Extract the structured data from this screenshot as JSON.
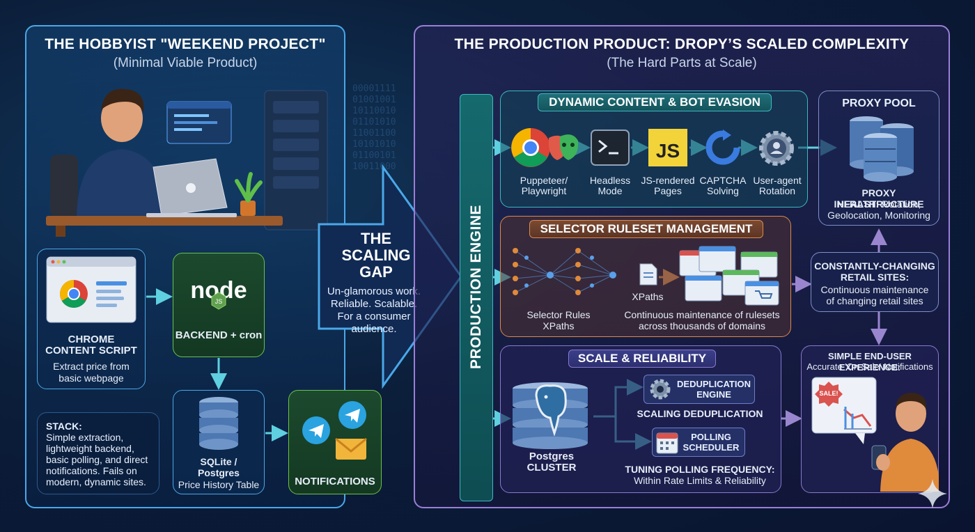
{
  "left": {
    "title": "THE HOBBYIST \"WEEKEND PROJECT\"",
    "subtitle": "(Minimal Viable Product)",
    "chrome_title": "CHROME",
    "chrome_title2": "CONTENT SCRIPT",
    "chrome_desc1": "Extract price from",
    "chrome_desc2": "basic webpage",
    "backend_label": "BACKEND + cron",
    "db_title1": "SQLite /",
    "db_title2": "Postgres",
    "db_desc": "Price History Table",
    "notif_label": "NOTIFICATIONS",
    "stack_title": "STACK:",
    "stack_lines": [
      "Simple extraction,",
      "lightweight backend,",
      "basic polling, and direct",
      "notifications. Fails on",
      "modern, dynamic sites."
    ]
  },
  "gap": {
    "title1": "THE",
    "title2": "SCALING",
    "title3": "GAP",
    "lines": [
      "Un-glamorous work.",
      "Reliable. Scalable.",
      "For a consumer",
      "audience."
    ]
  },
  "right": {
    "title": "THE PRODUCTION PRODUCT: DROPY’S SCALED COMPLEXITY",
    "subtitle": "(The Hard Parts at Scale)",
    "engine_label": "PRODUCTION ENGINE",
    "dynamic": {
      "title": "DYNAMIC CONTENT & BOT EVASION",
      "items": [
        {
          "l1": "Puppeteer/",
          "l2": "Playwright"
        },
        {
          "l1": "Headless",
          "l2": "Mode"
        },
        {
          "l1": "JS-rendered",
          "l2": "Pages"
        },
        {
          "l1": "CAPTCHA",
          "l2": "Solving"
        },
        {
          "l1": "User-agent",
          "l2": "Rotation"
        }
      ]
    },
    "proxy": {
      "title": "PROXY POOL",
      "h1": "PROXY INFRASTRUCTURE",
      "h2a": "HEALTH:",
      "h2b": " Rotation,",
      "h3": "Geolocation, Monitoring"
    },
    "selector": {
      "title": "SELECTOR RULESET MANAGEMENT",
      "xpaths": "XPaths",
      "rules1": "Selector Rules",
      "rules2": "XPaths",
      "maint1": "Continuous maintenance of rulesets",
      "maint2": "across thousands of domains"
    },
    "retail": {
      "t1": "CONSTANTLY-CHANGING",
      "t2": "RETAIL SITES:",
      "d1": "Continuous maintenance",
      "d2": "of changing retail sites"
    },
    "scale": {
      "title": "SCALE & RELIABILITY",
      "pg1": "Postgres",
      "pg2": "CLUSTER",
      "dedup1": "DEDUPLICATION",
      "dedup2": "ENGINE",
      "dedup_caption": "SCALING DEDUPLICATION",
      "poll1": "POLLING",
      "poll2": "SCHEDULER",
      "tune1": "TUNING POLLING FREQUENCY:",
      "tune2": "Within Rate Limits & Reliability"
    },
    "enduser": {
      "t1": "SIMPLE END-USER EXPERIENCE:",
      "t2": "Accurate 'On Sale' Notifications",
      "sale": "SALE!"
    }
  },
  "code_snippets": [
    "00001111",
    "01001001",
    "10110010",
    "01101010",
    "11001100",
    "10101010",
    "01100101",
    "10011000"
  ],
  "colors": {
    "left_border": "#4aa8e8",
    "right_border": "#9a7fd6",
    "dynamic_border": "#3fb8c0",
    "selector_border": "#e0894a",
    "scale_border": "#8a78d0",
    "engine_bg": "#0f5a5e",
    "node_green": "#6cc24a"
  }
}
